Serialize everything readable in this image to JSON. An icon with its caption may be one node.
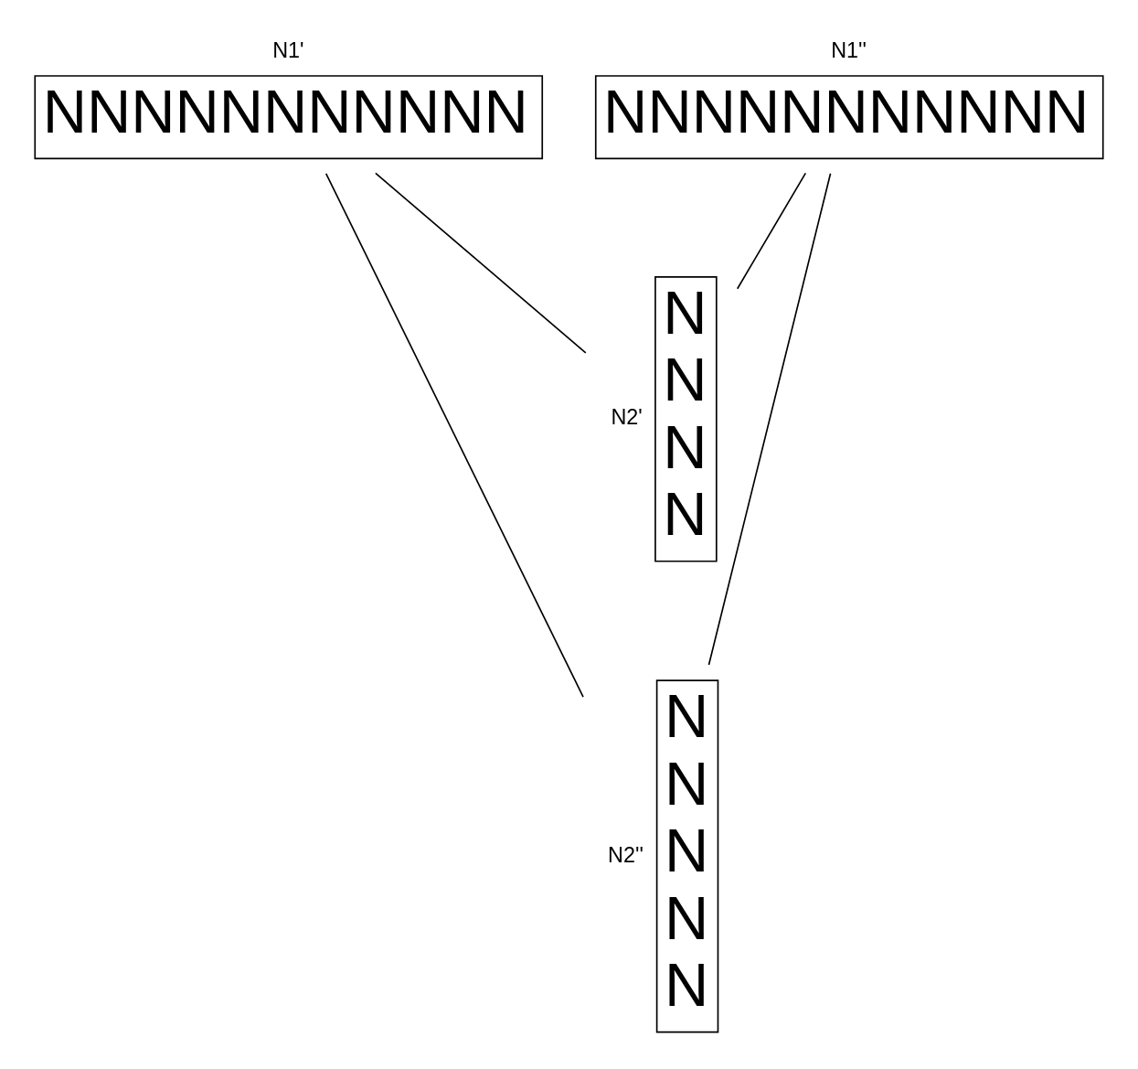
{
  "diagram": {
    "nodes": [
      {
        "text": [
          "N1'",
          "NNNNNNNNNNN"
        ]
      },
      {
        "text": [
          "N1''",
          "NNNNNNNNNNN"
        ]
      },
      {
        "text": [
          "N2'",
          "N N N N"
        ]
      },
      {
        "text": [
          "N2''",
          "N N N N N"
        ]
      }
    ],
    "edges": [
      {
        "from": 0,
        "to": 2,
        "arrow": "none"
      },
      {
        "from": 0,
        "to": 3,
        "arrow": "none"
      },
      {
        "from": 1,
        "to": 2,
        "arrow": "none"
      },
      {
        "from": 1,
        "to": 3,
        "arrow": "none"
      }
    ]
  }
}
